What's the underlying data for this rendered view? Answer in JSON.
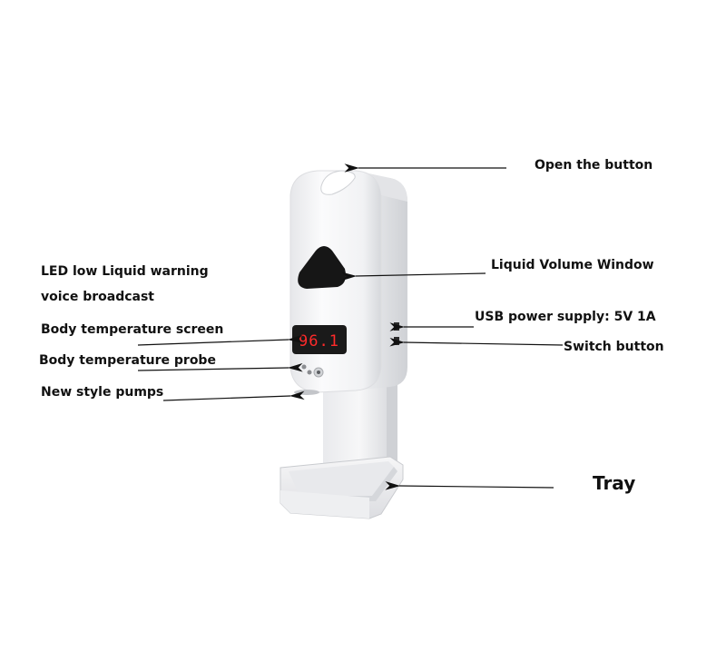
{
  "callouts": {
    "open_button": "Open the button",
    "led_warning_line1": "LED low Liquid warning",
    "led_warning_line2": "voice broadcast",
    "liquid_window": "Liquid Volume Window",
    "usb_power": "USB power supply: 5V 1A",
    "switch_button": "Switch button",
    "temp_screen": "Body temperature screen",
    "temp_probe": "Body temperature probe",
    "pumps": "New style pumps",
    "tray": "Tray"
  },
  "device": {
    "display_reading": "96.1"
  },
  "colors": {
    "body": "#f4f4f5",
    "shadow": "#d9dadd",
    "display_text": "#ff2a2a",
    "window": "#1a1a1a",
    "arrow": "#111111"
  }
}
